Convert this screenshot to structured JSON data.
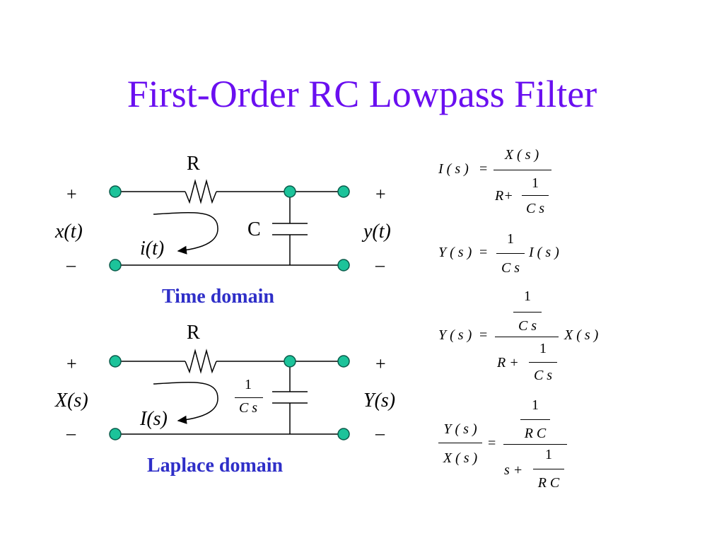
{
  "title": "First-Order RC Lowpass Filter",
  "colors": {
    "title": "#6a0ff0",
    "caption": "#2f2fc8",
    "node_fill": "#1cc39a",
    "node_stroke": "#0a5b4a",
    "wire": "#000000"
  },
  "time_circuit": {
    "resistor": "R",
    "capacitor": "C",
    "plus_in": "+",
    "plus_out": "+",
    "minus_in": "–",
    "minus_out": "–",
    "input": "x(t)",
    "output": "y(t)",
    "current": "i(t)",
    "caption": "Time domain"
  },
  "laplace_circuit": {
    "resistor": "R",
    "impedance_num": "1",
    "impedance_den": "C s",
    "plus_in": "+",
    "plus_out": "+",
    "minus_in": "–",
    "minus_out": "–",
    "input": "X(s)",
    "output": "Y(s)",
    "current": "I(s)",
    "caption": "Laplace domain"
  },
  "equations": {
    "eq1": {
      "lhs": "I ( s )",
      "eq": "=",
      "num": "X ( s )",
      "den_r": "R+",
      "den_num": "1",
      "den_den": "C s"
    },
    "eq2": {
      "lhs": "Y ( s )",
      "eq": "=",
      "num": "1",
      "den": "C s",
      "rhs": "I ( s )"
    },
    "eq3": {
      "lhs": "Y ( s )",
      "eq": "=",
      "num_num": "1",
      "num_den": "C s",
      "den_r": "R +",
      "den_num": "1",
      "den_den": "C s",
      "rhs": "X ( s )"
    },
    "eq4": {
      "lhs_num": "Y ( s )",
      "lhs_den": "X ( s )",
      "eq": "=",
      "num_num": "1",
      "num_den": "R C",
      "den_s": "s +",
      "den_num": "1",
      "den_den": "R C"
    }
  }
}
